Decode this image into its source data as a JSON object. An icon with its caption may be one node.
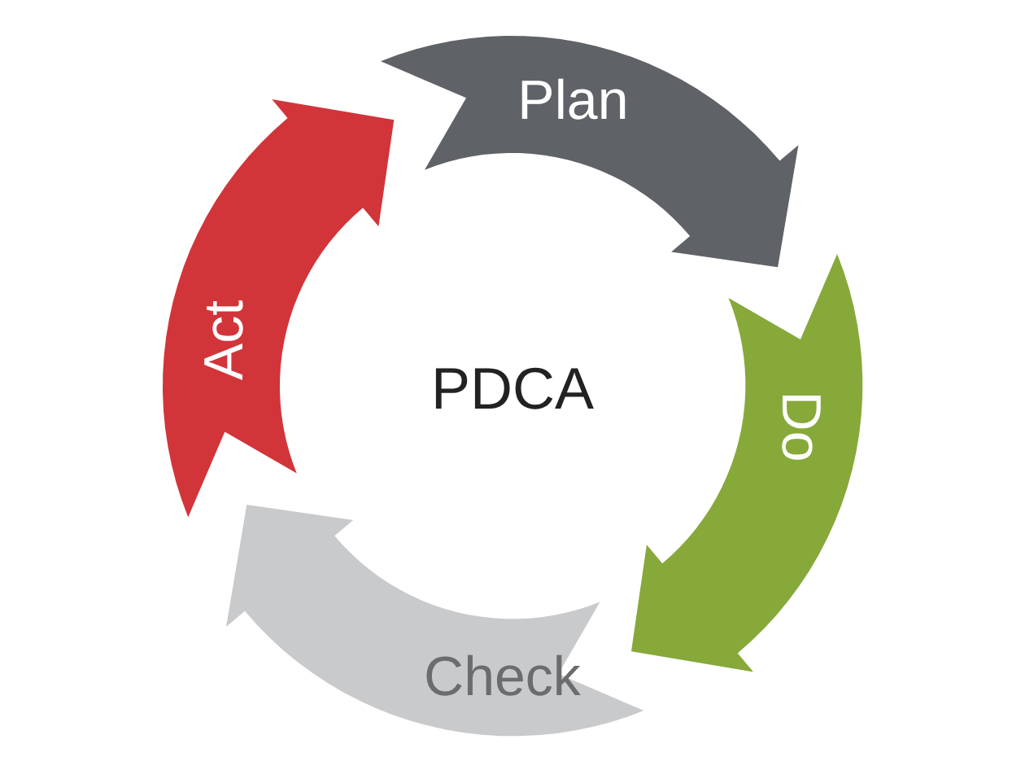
{
  "diagram": {
    "nodes": [
      {
        "text": [
          "Plan"
        ]
      },
      {
        "text": [
          "Do"
        ]
      },
      {
        "text": [
          "Check"
        ]
      },
      {
        "text": [
          "Act"
        ]
      }
    ],
    "labels": [
      "PDCA"
    ]
  }
}
